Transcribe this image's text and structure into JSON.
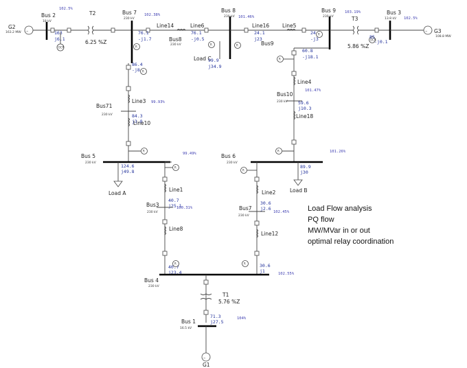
{
  "buses": {
    "bus2": {
      "name": "Bus 2",
      "kv": "18 kV",
      "pct": "102.5%"
    },
    "bus7": {
      "name": "Bus 7",
      "kv": "230 kV",
      "pct": "102.38%"
    },
    "bus8": {
      "name": "Bus 8",
      "kv": "230 kV",
      "pct": "101.46%"
    },
    "bus9": {
      "name": "Bus 9",
      "kv": "230 kV",
      "pct": "103.19%"
    },
    "bus3": {
      "name": "Bus 3",
      "kv": "13.8 kV",
      "pct": "102.5%"
    },
    "bus71": {
      "name": "Bus71",
      "kv": "230 kV",
      "pct": "99.93%"
    },
    "bus10": {
      "name": "Bus10",
      "kv": "230 kV",
      "pct": "101.47%"
    },
    "bus5": {
      "name": "Bus 5",
      "kv": "230 kV",
      "pct": "99.49%"
    },
    "bus6": {
      "name": "Bus 6",
      "kv": "230 kV",
      "pct": "101.26%"
    },
    "bus3b": {
      "name": "Bus3",
      "kv": "230 kV",
      "pct": "100.31%"
    },
    "bus7b": {
      "name": "Bus7",
      "kv": "230 kV",
      "pct": "102.45%"
    },
    "bus4": {
      "name": "Bus 4",
      "kv": "230 kV",
      "pct": "102.55%"
    },
    "bus1": {
      "name": "Bus 1",
      "kv": "16.5 kV",
      "pct": "104%"
    }
  },
  "generators": {
    "g1": {
      "name": "G1"
    },
    "g2": {
      "name": "G2",
      "mw": "163.2 MW"
    },
    "g3": {
      "name": "G3",
      "mw": "108.8 MW"
    }
  },
  "transformers": {
    "t1": {
      "name": "T1",
      "z": "5.76 %Z"
    },
    "t2": {
      "name": "T2",
      "z": "6.25 %Z"
    },
    "t3": {
      "name": "T3",
      "z": "5.86 %Z"
    }
  },
  "lines": {
    "line14": "Line14",
    "line6": "Line6",
    "line16": "Line16",
    "line5": "Line5",
    "line3": "Line3",
    "line10": "Line10",
    "line4": "Line4",
    "line18": "Line18",
    "line1": "Line1",
    "line8": "Line8",
    "line2": "Line2",
    "line12": "Line12",
    "bus8_lbl": "Bus8",
    "bus9_lbl": "Bus9"
  },
  "loads": {
    "loadA": "Load A",
    "loadB": "Load B",
    "loadC": "Load C"
  },
  "flows": {
    "g2_p": "163",
    "g2_q": "j6.1",
    "b7_p": "76.1",
    "b7_q": "-j1.7",
    "l6_p": "76.1",
    "l6_q": "-j0.5",
    "l16_p": "24.1",
    "l16_q": "j23",
    "l5_p": "24.2",
    "l5_q": "-j3",
    "g3_p": "85",
    "g3_q": "-j0.1",
    "lc_p": "99.9",
    "lc_q": "j34.9",
    "b9_p": "60.8",
    "b9_q": "-j18.1",
    "b7d_p": "86.4",
    "b7d_q": "-j8",
    "b71_p": "84.3",
    "b71_q": "j3.8",
    "b10_p": "59.6",
    "b10_q": "j10.3",
    "la_p": "124.6",
    "la_q": "j49.8",
    "lb_p": "89.9",
    "lb_q": "j30",
    "l1_p": "40.7",
    "l1_q": "j25.1",
    "l2_p": "30.6",
    "l2_q": "j2.6",
    "b4a_p": "40.7",
    "b4a_q": "j23.4",
    "b4b_p": "30.6",
    "b4b_q": "j1",
    "g1_p": "71.3",
    "g1_q": "j27.5"
  },
  "relay_label": "R",
  "cb_label": "OCR",
  "notes": [
    "Load Flow analysis",
    "PQ flow",
    "MW/MVar in or out",
    "optimal relay coordination"
  ]
}
